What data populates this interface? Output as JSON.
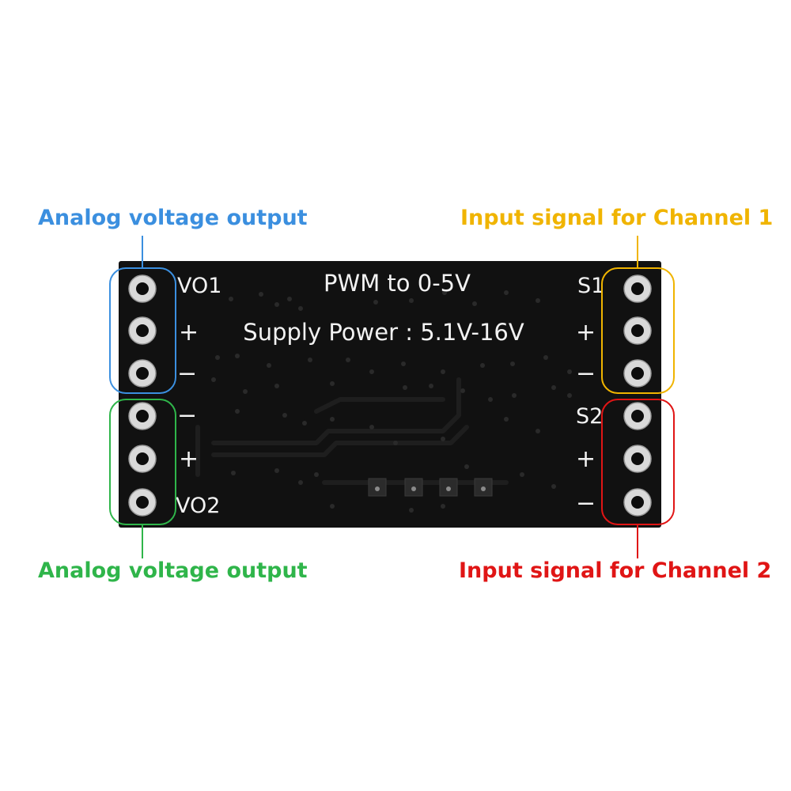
{
  "board": {
    "title_line1": "PWM to 0-5V",
    "title_line2": "Supply Power : 5.1V-16V",
    "left_pins": [
      "VO1",
      "+",
      "−",
      "−",
      "+",
      "VO2"
    ],
    "right_pins": [
      "S1",
      "+",
      "−",
      "S2",
      "+",
      "−"
    ],
    "board_color": "#111111",
    "pad_color": "#d9d9d9",
    "silkscreen_color": "#f2f2f2"
  },
  "callouts": {
    "top_left": {
      "text": "Analog voltage output",
      "color": "#3b8fdf"
    },
    "top_right": {
      "text": "Input signal for Channel 1",
      "color": "#f0b400"
    },
    "bottom_left": {
      "text": "Analog voltage output",
      "color": "#2fb54a"
    },
    "bottom_right": {
      "text": "Input signal for Channel 2",
      "color": "#e01515"
    }
  }
}
